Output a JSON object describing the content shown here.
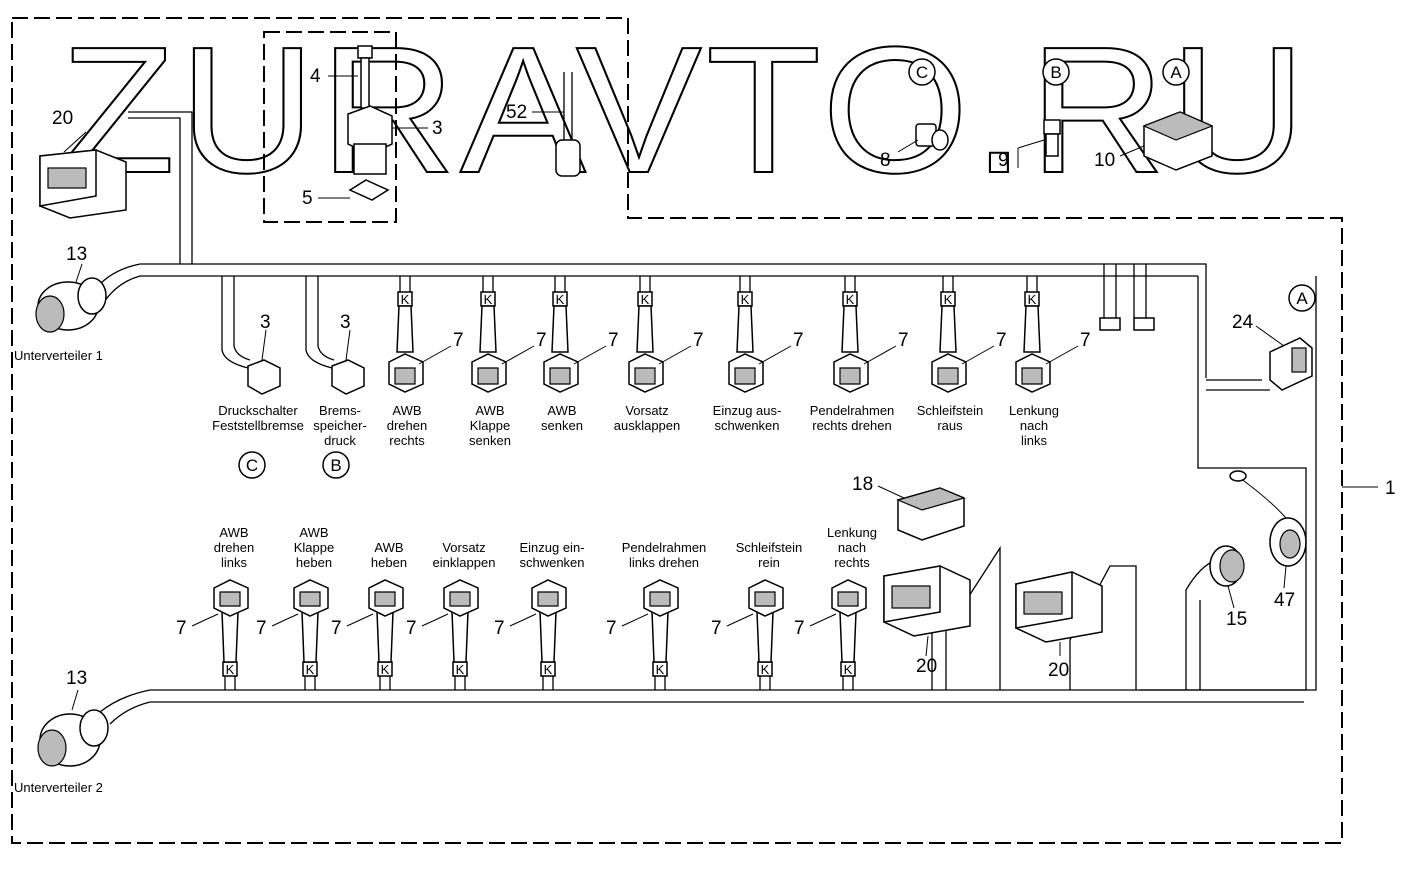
{
  "watermark": "ZURAVTO.RU",
  "callouts": {
    "n1": "1",
    "n3a": "3",
    "n3b": "3",
    "n3c": "3",
    "n4": "4",
    "n5": "5",
    "n8": "8",
    "n9": "9",
    "n10": "10",
    "n13a": "13",
    "n13b": "13",
    "n15": "15",
    "n18": "18",
    "n20a": "20",
    "n20b": "20",
    "n20c": "20",
    "n24": "24",
    "n47": "47",
    "n52": "52",
    "n7": "7"
  },
  "circle_letters": {
    "a": "A",
    "b": "B",
    "c": "C"
  },
  "marker": "K",
  "subdistributor_1": "Unterverteiler 1",
  "subdistributor_2": "Unterverteiler 2",
  "top_switches": [
    {
      "lines": [
        "Druckschalter",
        "Feststellbremse"
      ]
    },
    {
      "lines": [
        "Brems-",
        "speicher-",
        "druck"
      ]
    }
  ],
  "top_valves": [
    {
      "lines": [
        "AWB",
        "drehen",
        "rechts"
      ]
    },
    {
      "lines": [
        "AWB",
        "Klappe",
        "senken"
      ]
    },
    {
      "lines": [
        "AWB",
        "senken"
      ]
    },
    {
      "lines": [
        "Vorsatz",
        "ausklappen"
      ]
    },
    {
      "lines": [
        "Einzug aus-",
        "schwenken"
      ]
    },
    {
      "lines": [
        "Pendelrahmen",
        "rechts drehen"
      ]
    },
    {
      "lines": [
        "Schleifstein",
        "raus"
      ]
    },
    {
      "lines": [
        "Lenkung",
        "nach",
        "links"
      ]
    }
  ],
  "bottom_valves": [
    {
      "lines": [
        "AWB",
        "drehen",
        "links"
      ]
    },
    {
      "lines": [
        "AWB",
        "Klappe",
        "heben"
      ]
    },
    {
      "lines": [
        "AWB",
        "heben"
      ]
    },
    {
      "lines": [
        "Vorsatz",
        "einklappen"
      ]
    },
    {
      "lines": [
        "Einzug ein-",
        "schwenken"
      ]
    },
    {
      "lines": [
        "Pendelrahmen",
        "links drehen"
      ]
    },
    {
      "lines": [
        "Schleifstein",
        "rein"
      ]
    },
    {
      "lines": [
        "Lenkung",
        "nach",
        "rechts"
      ]
    }
  ]
}
